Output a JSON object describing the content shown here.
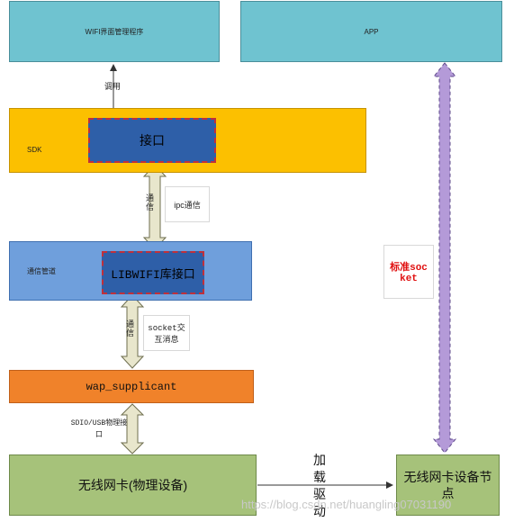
{
  "nodes": {
    "wifi_ui": "WIFI界面管理程序",
    "app": "APP",
    "sdk": "SDK",
    "interface": "接口",
    "comm_mgmt": "通信管道",
    "libwifi": "LIBWIFI库接口",
    "wpa": "wap_supplicant",
    "nic": "无线网卡(物理设备)",
    "nic_node": "无线网卡设备节点"
  },
  "edges": {
    "call": "调用",
    "ipc_note": "ipc通信",
    "arrow_text_1": "通信",
    "socket_note": "socket交互消息",
    "arrow_text_2": "通信",
    "sdio_note": "SDIO/USB物理接口",
    "load_driver": "加载驱动",
    "standard_socket": "标准socket"
  },
  "watermark": "https://blog.csdn.net/huangling07031190",
  "colors": {
    "teal": "#6fc3d0",
    "sdk": "#fcc000",
    "blue": "#6f9fdc",
    "inner": "#2e5fa8",
    "orange": "#f0822a",
    "green": "#a6c27a",
    "dashed_red": "#c0303a",
    "purple_arrow": "#b49ad8"
  }
}
